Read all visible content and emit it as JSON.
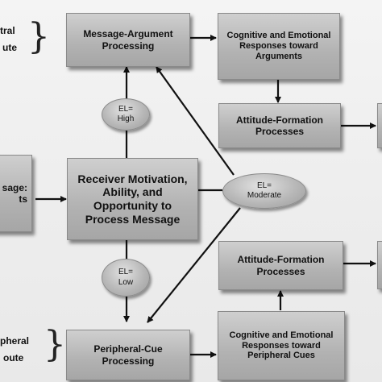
{
  "routes": {
    "central_fragment_line1": "tral",
    "central_fragment_line2": "ute",
    "peripheral_fragment_line1": "pheral",
    "peripheral_fragment_line2": "oute"
  },
  "message_fragment_line1": "sage:",
  "message_fragment_line2": "ts",
  "boxes": {
    "message_argument": "Message-Argument\nProcessing",
    "cog_arguments": "Cognitive and Emotional\nResponses toward\nArguments",
    "attitude_top": "Attitude-Formation\nProcesses",
    "receiver": "Receiver Motivation,\nAbility, and\nOpportunity to\nProcess Message",
    "attitude_bottom": "Attitude-Formation\nProcesses",
    "peripheral_cue": "Peripheral-Cue\nProcessing",
    "cog_peripheral": "Cognitive and Emotional\nResponses toward\nPeripheral Cues"
  },
  "ellipses": {
    "high": "EL=\nHigh",
    "moderate": "EL=\nModerate",
    "low": "EL=\nLow"
  }
}
